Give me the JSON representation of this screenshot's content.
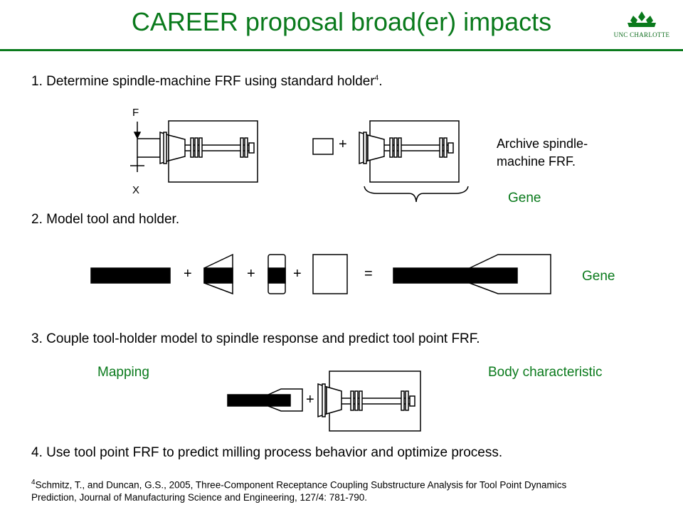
{
  "header": {
    "title": "CAREER proposal broad(er) impacts",
    "logo_text": "UNC CHARLOTTE"
  },
  "steps": [
    {
      "num": "1.",
      "text": "Determine spindle-machine FRF using standard holder",
      "sup": "4",
      "end": "."
    },
    {
      "num": "2.",
      "text": "Model tool and holder."
    },
    {
      "num": "3.",
      "text": "Couple tool-holder model to spindle response and predict tool point FRF."
    },
    {
      "num": "4.",
      "text": "Use tool point FRF to predict milling process behavior and optimize process."
    }
  ],
  "step1": {
    "force_label": "F",
    "disp_label": "X",
    "plus": "+",
    "archive_note_line1": "Archive spindle-",
    "archive_note_line2": "machine FRF."
  },
  "step2": {
    "plus": "+",
    "equals": "="
  },
  "step3": {
    "plus": "+"
  },
  "annotations": {
    "gene_1": "Gene",
    "gene_2": "Gene",
    "mapping": "Mapping",
    "body_characteristic": "Body characteristic"
  },
  "footnote": {
    "sup": "4",
    "text_line1": "Schmitz, T., and Duncan, G.S., 2005, Three-Component Receptance Coupling Substructure Analysis for Tool Point Dynamics",
    "text_line2": "Prediction, Journal of Manufacturing Science and Engineering, 127/4: 781-790."
  },
  "colors": {
    "accent": "#0a7a1c"
  }
}
